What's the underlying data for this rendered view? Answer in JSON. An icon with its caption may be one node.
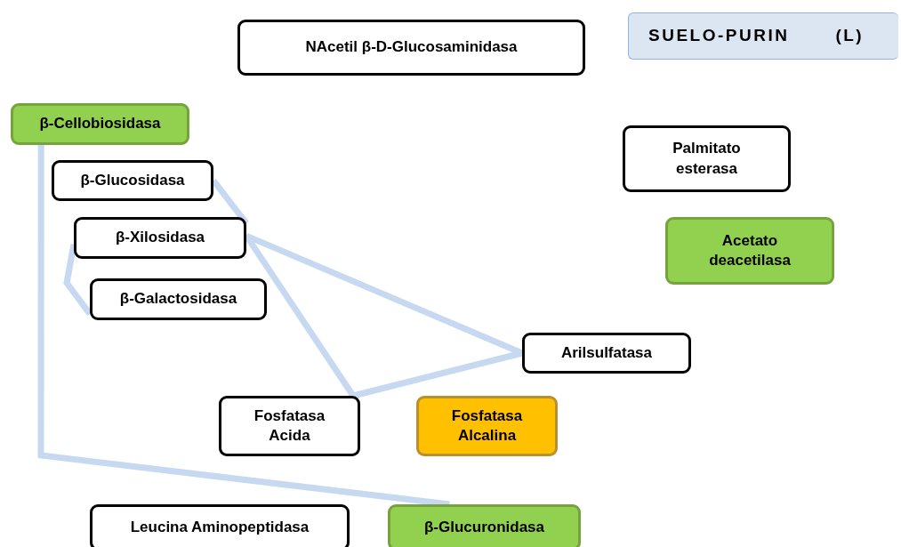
{
  "diagram": {
    "nodes": [
      {
        "text": [
          "NAcetil β-D-Glucosaminidasa"
        ]
      },
      {
        "text": [
          "SUELO-PURIN",
          "(L)"
        ]
      },
      {
        "text": [
          "β-Cellobiosidasa"
        ]
      },
      {
        "text": [
          "β-Glucosidasa"
        ]
      },
      {
        "text": [
          "β-Xilosidasa"
        ]
      },
      {
        "text": [
          "β-Galactosidasa"
        ]
      },
      {
        "text": [
          "Palmitato esterasa"
        ]
      },
      {
        "text": [
          "Acetato deacetilasa"
        ]
      },
      {
        "text": [
          "Arilsulfatasa"
        ]
      },
      {
        "text": [
          "Fosfatasa Acida"
        ]
      },
      {
        "text": [
          "Fosfatasa Alcalina"
        ]
      },
      {
        "text": [
          "Leucina Aminopeptidasa"
        ]
      },
      {
        "text": [
          "β-Glucuronidasa"
        ]
      }
    ],
    "edges": [
      {
        "from": 2,
        "to": 12,
        "arrow": "none"
      },
      {
        "from": 3,
        "to": 4,
        "arrow": "none"
      },
      {
        "from": 4,
        "to": 9,
        "arrow": "none"
      },
      {
        "from": 4,
        "to": 8,
        "arrow": "none"
      },
      {
        "from": 8,
        "to": 9,
        "arrow": "none"
      },
      {
        "from": 4,
        "to": 5,
        "arrow": "none"
      }
    ]
  }
}
